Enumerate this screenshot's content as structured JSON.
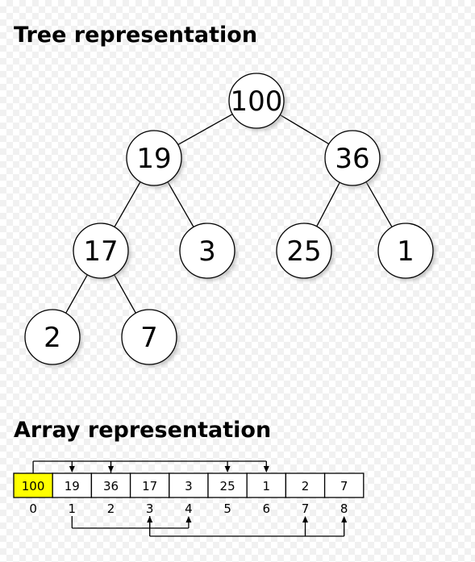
{
  "tree": {
    "title": "Tree representation",
    "nodes": [
      {
        "id": "n0",
        "label": "100"
      },
      {
        "id": "n1",
        "label": "19"
      },
      {
        "id": "n2",
        "label": "36"
      },
      {
        "id": "n3",
        "label": "17"
      },
      {
        "id": "n4",
        "label": "3"
      },
      {
        "id": "n5",
        "label": "25"
      },
      {
        "id": "n6",
        "label": "1"
      },
      {
        "id": "n7",
        "label": "2"
      },
      {
        "id": "n8",
        "label": "7"
      }
    ],
    "edges": [
      {
        "from": "n0",
        "to": "n1"
      },
      {
        "from": "n0",
        "to": "n2"
      },
      {
        "from": "n1",
        "to": "n3"
      },
      {
        "from": "n1",
        "to": "n4"
      },
      {
        "from": "n2",
        "to": "n5"
      },
      {
        "from": "n2",
        "to": "n6"
      },
      {
        "from": "n3",
        "to": "n7"
      },
      {
        "from": "n3",
        "to": "n8"
      }
    ]
  },
  "array": {
    "title": "Array representation",
    "cells": [
      "100",
      "19",
      "36",
      "17",
      "3",
      "25",
      "1",
      "2",
      "7"
    ],
    "indices": [
      "0",
      "1",
      "2",
      "3",
      "4",
      "5",
      "6",
      "7",
      "8"
    ],
    "highlight_index": 0,
    "links": [
      {
        "from": 0,
        "to": [
          1,
          2
        ]
      },
      {
        "from": 1,
        "to": [
          3,
          4
        ]
      },
      {
        "from": 2,
        "to": [
          5,
          6
        ]
      },
      {
        "from": 3,
        "to": [
          7,
          8
        ]
      }
    ]
  },
  "colors": {
    "highlight": "#ffff00",
    "node_fill": "#ffffff",
    "stroke": "#000000",
    "shadow": "#999999"
  }
}
